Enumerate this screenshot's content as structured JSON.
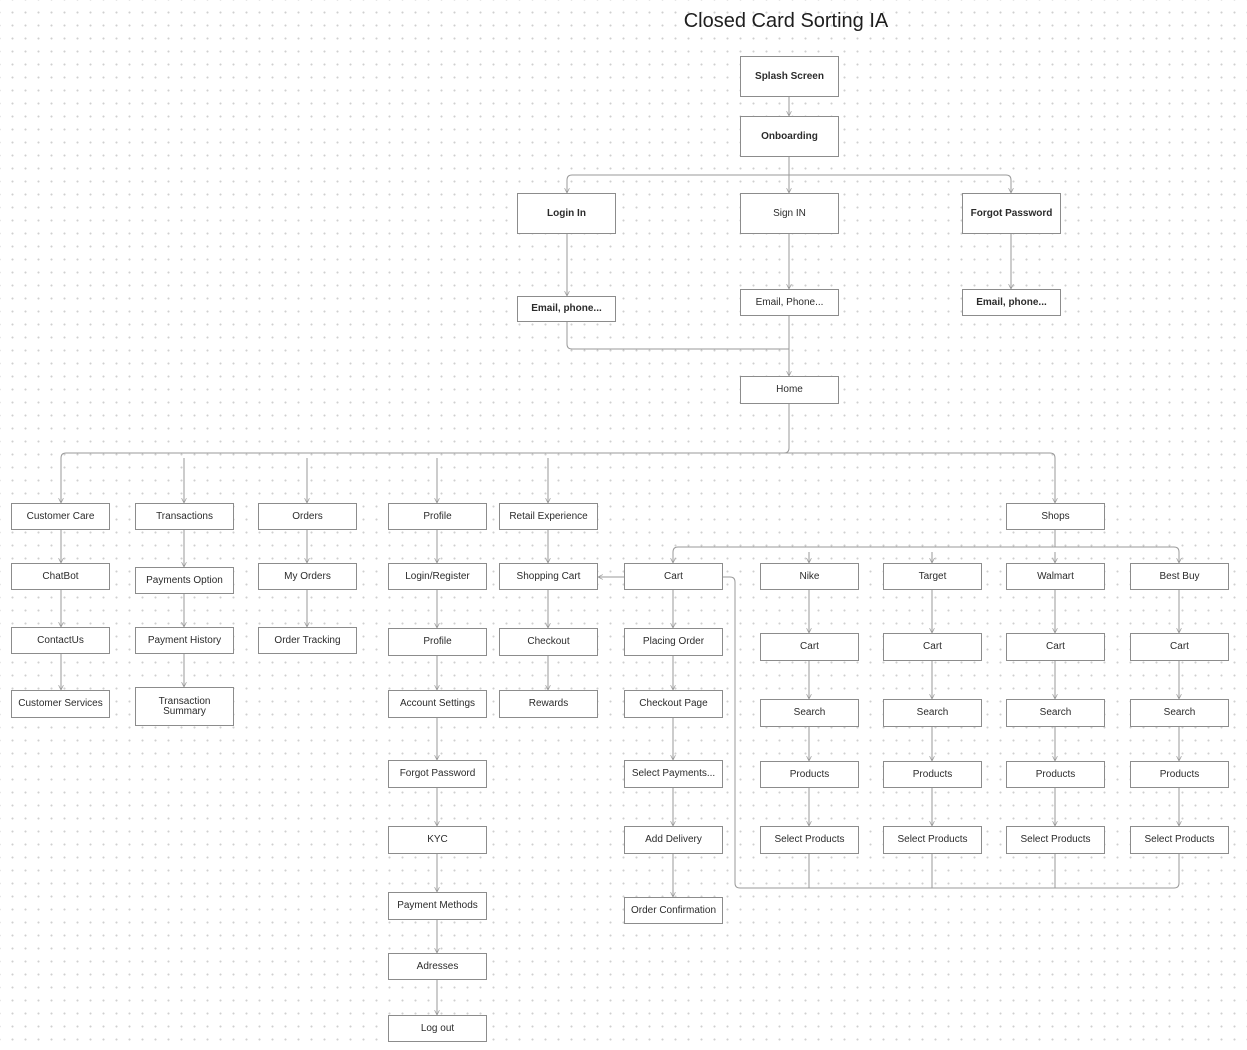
{
  "title": "Closed Card Sorting IA",
  "colors": {
    "node_border": "#8c8c8c",
    "edge": "#9a9a9a",
    "dot_grid": "#cfcfcf",
    "text": "#2b2b2b"
  },
  "nodes": {
    "splash": "Splash Screen",
    "onboarding": "Onboarding",
    "login_in": "Login In",
    "sign_in": "Sign IN",
    "forgot_password_top": "Forgot Password",
    "email_login": "Email, phone...",
    "email_signin": "Email, Phone...",
    "email_forgot": "Email, phone...",
    "home": "Home",
    "customer_care": "Customer Care",
    "chatbot": "ChatBot",
    "contactus": "ContactUs",
    "customer_services": "Customer Services",
    "transactions": "Transactions",
    "payments_option": "Payments Option",
    "payment_history": "Payment History",
    "transaction_summary": "Transaction Summary",
    "orders": "Orders",
    "my_orders": "My Orders",
    "order_tracking": "Order Tracking",
    "profile": "Profile",
    "login_register": "Login/Register",
    "profile_sub": "Profile",
    "account_settings": "Account Settings",
    "forgot_password_profile": "Forgot Password",
    "kyc": "KYC",
    "payment_methods": "Payment Methods",
    "adresses": "Adresses",
    "log_out": "Log out",
    "retail_experience": "Retail Experience",
    "shopping_cart": "Shopping Cart",
    "checkout": "Checkout",
    "rewards": "Rewards",
    "shops": "Shops",
    "cart": "Cart",
    "placing_order": "Placing Order",
    "checkout_page": "Checkout Page",
    "select_payments": "Select Payments...",
    "add_delivery": "Add Delivery",
    "order_confirmation": "Order Confirmation",
    "nike": "Nike",
    "nike_cart": "Cart",
    "nike_search": "Search",
    "nike_products": "Products",
    "nike_select_products": "Select Products",
    "target": "Target",
    "target_cart": "Cart",
    "target_search": "Search",
    "target_products": "Products",
    "target_select_products": "Select Products",
    "walmart": "Walmart",
    "walmart_cart": "Cart",
    "walmart_search": "Search",
    "walmart_products": "Products",
    "walmart_select_products": "Select Products",
    "best_buy": "Best Buy",
    "best_buy_cart": "Cart",
    "best_buy_search": "Search",
    "best_buy_products": "Products",
    "best_buy_select_products": "Select Products"
  }
}
